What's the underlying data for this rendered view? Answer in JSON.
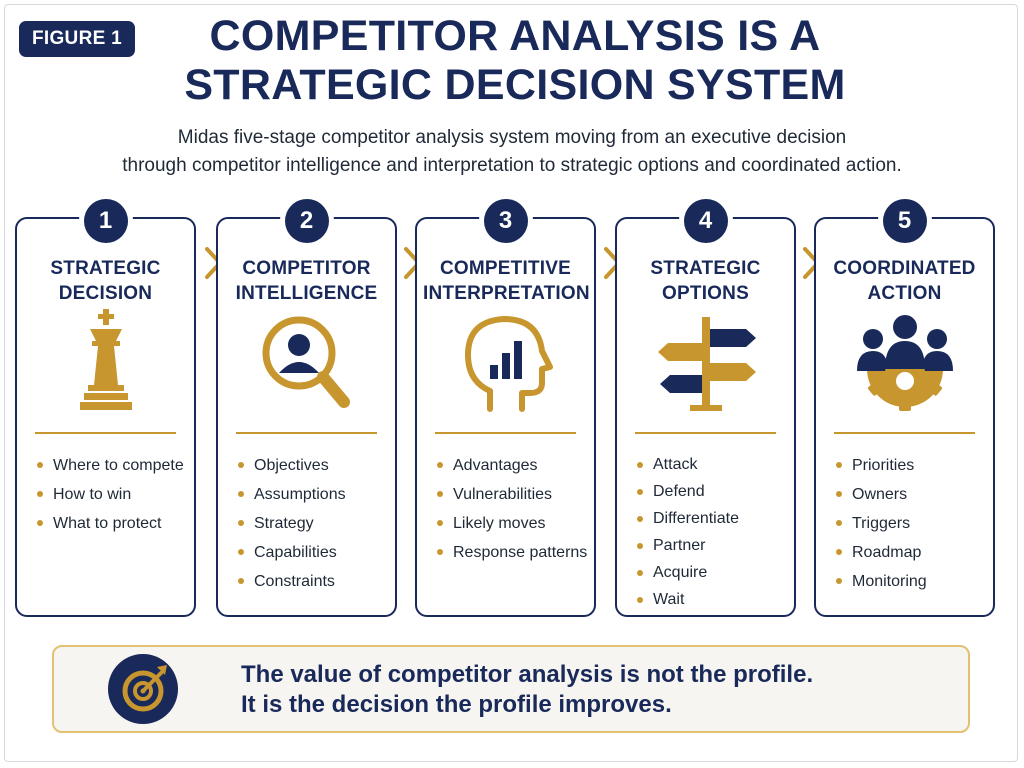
{
  "badge": "FIGURE 1",
  "title": {
    "line1": "COMPETITOR ANALYSIS IS A",
    "line2": "STRATEGIC DECISION SYSTEM"
  },
  "subtitle": {
    "line1": "Midas five-stage competitor analysis system moving from an executive decision",
    "line2": "through competitor intelligence and interpretation to strategic options and coordinated action."
  },
  "colors": {
    "navy": "#18295a",
    "gold": "#c8962e",
    "text": "#1f2937"
  },
  "stages": [
    {
      "number": "1",
      "title_line1": "STRATEGIC",
      "title_line2": "DECISION",
      "icon": "chess-king-icon",
      "items": [
        "Where to compete",
        "How to win",
        "What to protect"
      ]
    },
    {
      "number": "2",
      "title_line1": "COMPETITOR",
      "title_line2": "INTELLIGENCE",
      "icon": "magnifier-person-icon",
      "items": [
        "Objectives",
        "Assumptions",
        "Strategy",
        "Capabilities",
        "Constraints"
      ]
    },
    {
      "number": "3",
      "title_line1": "COMPETITIVE",
      "title_line2": "INTERPRETATION",
      "icon": "head-chart-icon",
      "items": [
        "Advantages",
        "Vulnerabilities",
        "Likely moves",
        "Response patterns"
      ]
    },
    {
      "number": "4",
      "title_line1": "STRATEGIC",
      "title_line2": "OPTIONS",
      "icon": "signpost-icon",
      "items": [
        "Attack",
        "Defend",
        "Differentiate",
        "Partner",
        "Acquire",
        "Wait"
      ]
    },
    {
      "number": "5",
      "title_line1": "COORDINATED",
      "title_line2": "ACTION",
      "icon": "team-gear-icon",
      "items": [
        "Priorities",
        "Owners",
        "Triggers",
        "Roadmap",
        "Monitoring"
      ]
    }
  ],
  "footer": {
    "icon": "target-arrow-icon",
    "line1": "The value of competitor analysis is not the profile.",
    "line2": "It is the decision the profile improves."
  }
}
